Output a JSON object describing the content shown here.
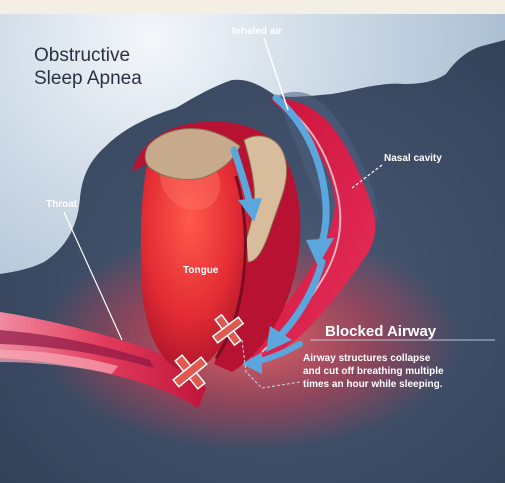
{
  "title": {
    "line1": "Obstructive",
    "line2": "Sleep Apnea"
  },
  "labels": {
    "inhaled_air": "Inhaled air",
    "nasal_cavity": "Nasal cavity",
    "throat": "Throat",
    "tongue": "Tongue"
  },
  "blocked": {
    "heading": "Blocked Airway",
    "lines": [
      "Airway structures collapse",
      "and cut off breathing multiple",
      "times an hour while sleeping."
    ]
  },
  "colors": {
    "head_silhouette": "#3d4d66",
    "background": "#c9d6e3",
    "soft_tissue": "#d8183a",
    "tongue": "#e63a3a",
    "bone": "#c7a98b",
    "airflow_arrow": "#5aa6dd",
    "blockage_mark": "#e05a52"
  },
  "icons": [
    "airflow-arrow-icon",
    "blockage-x-icon"
  ]
}
